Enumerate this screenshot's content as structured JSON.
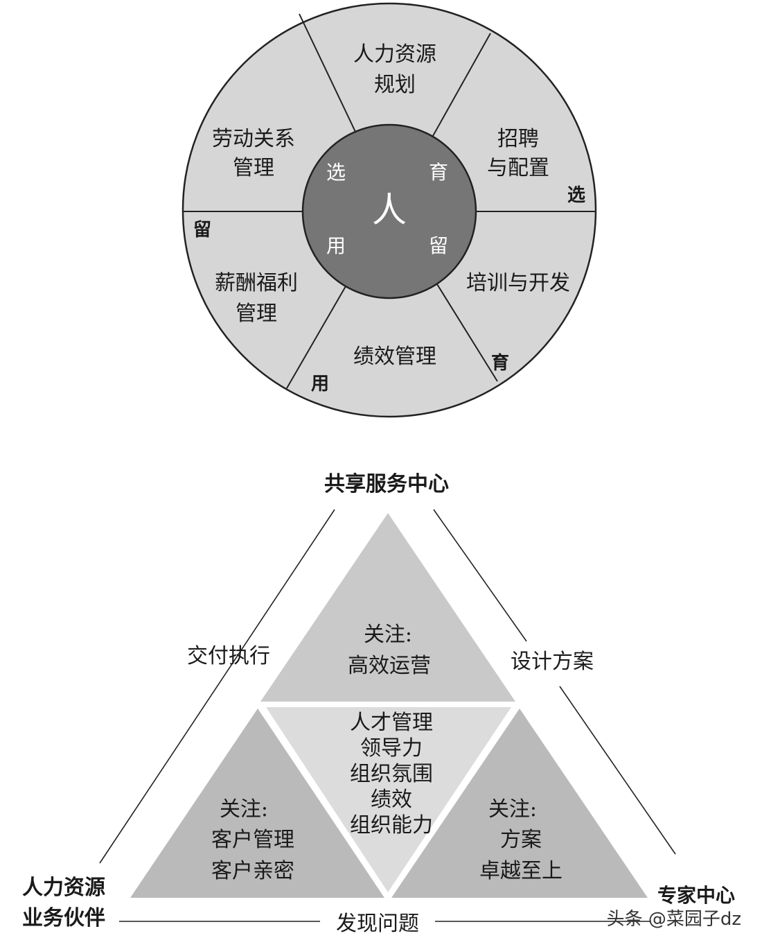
{
  "wheel": {
    "center": "人",
    "inner": {
      "top_left": "选",
      "top_right": "育",
      "bottom_left": "用",
      "bottom_right": "留"
    },
    "segments": {
      "planning": [
        "人力资源",
        "规划"
      ],
      "recruit": [
        "招聘",
        "与配置"
      ],
      "training": [
        "培训与开发"
      ],
      "performance": [
        "绩效管理"
      ],
      "salary": [
        "薪酬福利",
        "管理"
      ],
      "labor": [
        "劳动关系",
        "管理"
      ]
    },
    "outer": {
      "select": "选",
      "cultivate": "育",
      "use": "用",
      "retain": "留"
    }
  },
  "triangle": {
    "top_label": "共享服务中心",
    "left_label": [
      "人力资源",
      "业务伙伴"
    ],
    "right_label": "专家中心",
    "left_side": "交付执行",
    "right_side": "设计方案",
    "bottom_side": "发现问题",
    "top_tri": [
      "关注:",
      "高效运营"
    ],
    "center_tri": [
      "人才管理",
      "领导力",
      "组织氛围",
      "绩效",
      "组织能力"
    ],
    "left_tri": [
      "关注:",
      "客户管理",
      "客户亲密"
    ],
    "right_tri": [
      "关注:",
      "方案",
      "卓越至上"
    ]
  },
  "watermark": "头条 @菜园子dz"
}
